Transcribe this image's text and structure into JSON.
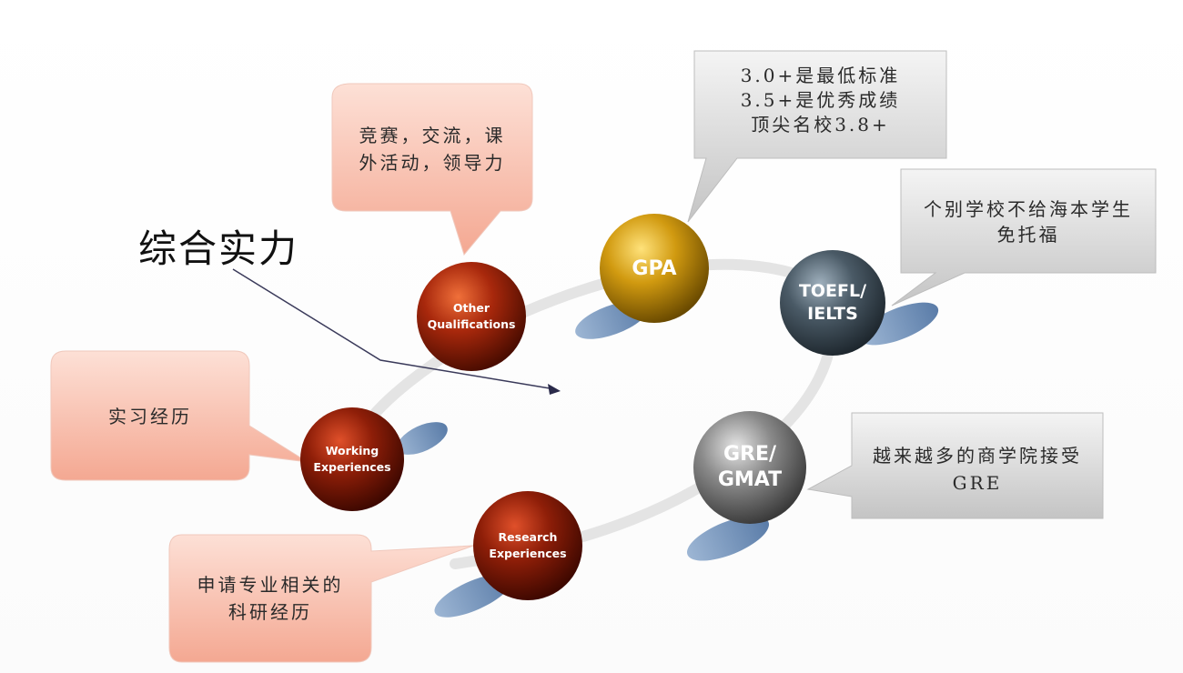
{
  "title": "综合实力",
  "nodes": {
    "gpa": "GPA",
    "toefl": "TOEFL/\nIELTS",
    "gre": "GRE/\nGMAT",
    "other": "Other\nQualifications",
    "working": "Working\nExperiences",
    "research": "Research\nExperiences"
  },
  "callouts": {
    "gpa": "3.0+是最低标准\n3.5+是优秀成绩\n顶尖名校3.8+",
    "toefl": "个别学校不给海本学生\n免托福",
    "gre": "越来越多的商学院接受\nGRE",
    "other": "竞赛，交流，课\n外活动，领导力",
    "working": "实习经历",
    "research": "申请专业相关的\n科研经历"
  },
  "colors": {
    "gpa": "#d29a10",
    "toefl": "#4a5a66",
    "gre": "#8a8a8a",
    "red": "#a8280c",
    "pink": "#f6b4a0",
    "grey_box": "#cfcfcf",
    "shadow": "#6d8fb8"
  }
}
